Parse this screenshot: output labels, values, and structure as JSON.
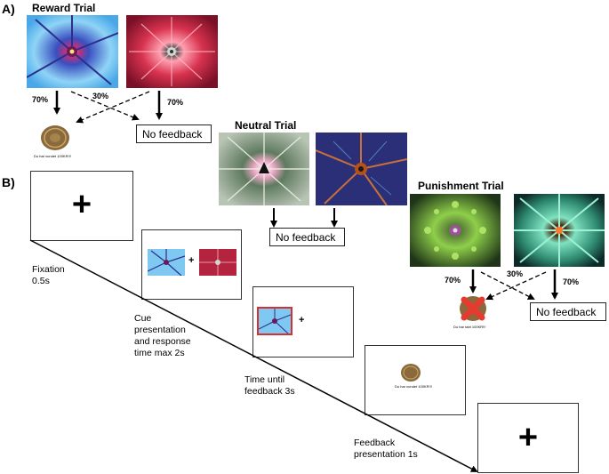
{
  "section_a": "A)",
  "section_b": "B)",
  "reward": {
    "title": "Reward Trial",
    "p_left": "70%",
    "p_cross": "30%",
    "p_right": "70%",
    "no_feedback": "No feedback",
    "coin_caption": "Du har vundet 100KR!!!"
  },
  "neutral": {
    "title": "Neutral Trial",
    "no_feedback": "No feedback"
  },
  "punishment": {
    "title": "Punishment Trial",
    "p_left": "70%",
    "p_cross": "30%",
    "p_right": "70%",
    "no_feedback": "No feedback",
    "coin_caption": "Du har tabt 100KR!!!"
  },
  "timeline": {
    "fixation_symbol": "+",
    "cue_plus": "+",
    "feedback_caption": "Du har vundet 100KR!!!",
    "steps": [
      {
        "label_1": "Fixation",
        "label_2": "0.5s"
      },
      {
        "label_1": "Cue",
        "label_2": "presentation",
        "label_3": "and response",
        "label_4": "time max 2s"
      },
      {
        "label_1": "Time until",
        "label_2": "feedback 3s"
      },
      {
        "label_1": "Feedback",
        "label_2": "presentation 1s"
      }
    ]
  },
  "colors": {
    "reward_bg": "#7fc8f2",
    "reward_loss_bg": "#b5243f",
    "neutral_bg": "#9fb0a0",
    "neutral_dark_bg": "#2a2f78",
    "punish_bg": "#2d4a1f",
    "punish_teal_bg": "#1f5a4f",
    "coin": "#8a6a3c",
    "cross": "#e53a2f"
  }
}
